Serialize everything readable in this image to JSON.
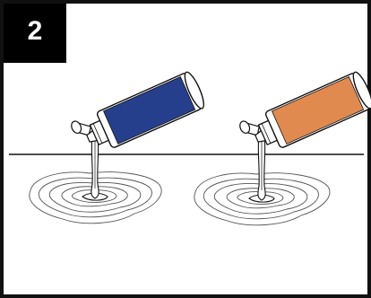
{
  "step": {
    "number": "2"
  },
  "illustration": {
    "description_icon": "pouring-tube-icon",
    "tubes": [
      {
        "id": "left-tube",
        "color": "#263f8c"
      },
      {
        "id": "right-tube",
        "color": "#e08a4f"
      }
    ],
    "outline_color": "#111111",
    "ripple_color": "#555555"
  }
}
